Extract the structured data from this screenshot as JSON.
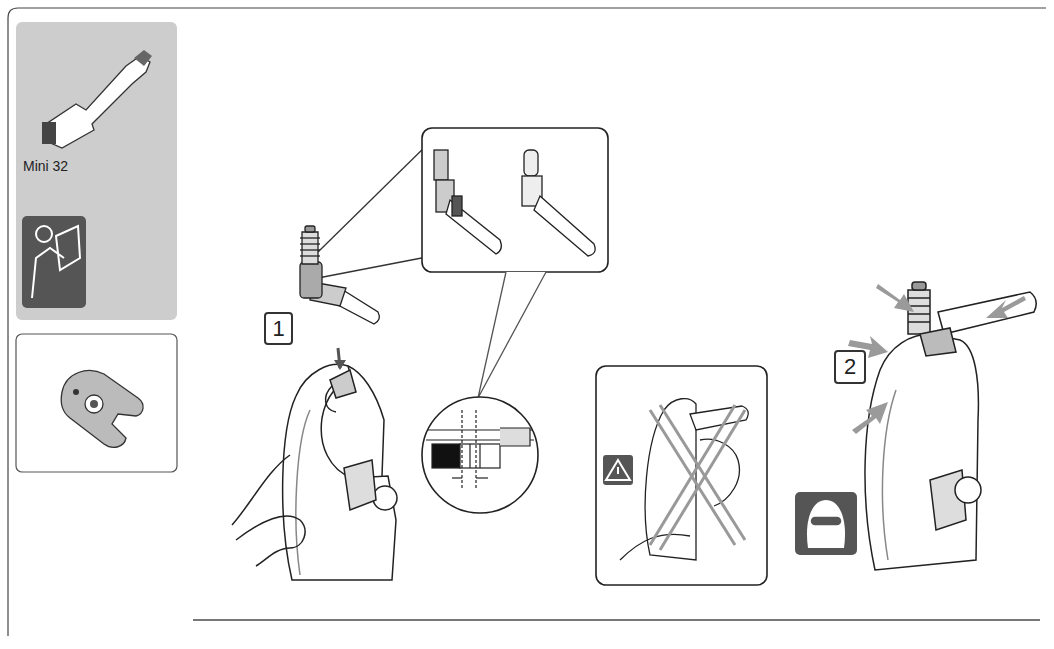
{
  "diagram": {
    "nodes": [
      {
        "text": [
          "Mini 32"
        ]
      },
      {
        "text": [
          "1"
        ]
      },
      {
        "text": [
          "2"
        ]
      }
    ]
  }
}
